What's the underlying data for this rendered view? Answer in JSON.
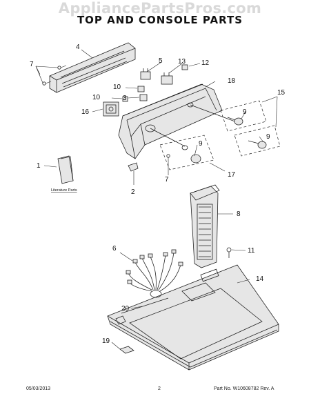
{
  "watermark": "AppliancePartsPros.com",
  "title": "TOP AND CONSOLE PARTS",
  "literature_label": "Literature Parts",
  "callouts": {
    "c1": "1",
    "c2": "2",
    "c3": "3",
    "c4": "4",
    "c5": "5",
    "c6": "6",
    "c7a": "7",
    "c7b": "7",
    "c8": "8",
    "c9a": "9",
    "c9b": "9",
    "c9c": "9",
    "c10a": "10",
    "c10b": "10",
    "c11": "11",
    "c12": "12",
    "c13": "13",
    "c14": "14",
    "c15": "15",
    "c16": "16",
    "c17": "17",
    "c18": "18",
    "c19": "19",
    "c20": "20"
  },
  "footer": {
    "date": "05/03/2013",
    "page": "2",
    "part_no": "Part No.  W10608782  Rev. A"
  }
}
